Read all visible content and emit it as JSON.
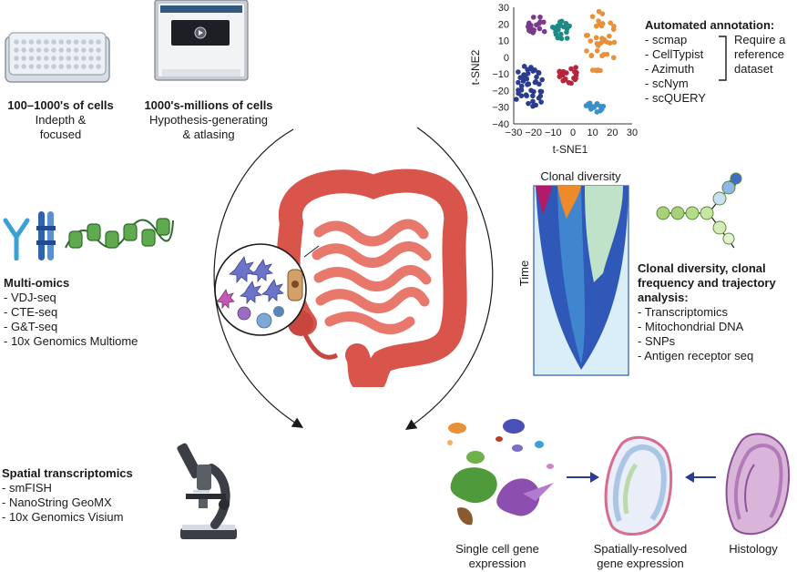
{
  "cells_small": {
    "title": "100–1000's of cells",
    "line1": "Indepth &",
    "line2": "focused"
  },
  "cells_large": {
    "title": "1000's-millions of cells",
    "line1": "Hypothesis-generating",
    "line2": "& atlasing"
  },
  "annotation": {
    "title": "Automated annotation:",
    "tools": [
      "- scmap",
      "- CellTypist",
      "- Azimuth",
      "- scNym",
      "- scQUERY"
    ],
    "bracket_note": [
      "Require a",
      "reference",
      "dataset"
    ]
  },
  "tsne": {
    "xlabel": "t-SNE1",
    "ylabel": "t-SNE2",
    "xticks": [
      "−30",
      "−20",
      "−10",
      "0",
      "10",
      "20",
      "30"
    ],
    "yticks": [
      "30",
      "20",
      "10",
      "0",
      "−10",
      "−20",
      "−30",
      "−40"
    ],
    "xlim": [
      -30,
      30
    ],
    "ylim": [
      -40,
      30
    ],
    "colors": {
      "purple": "#7a3a8c",
      "teal": "#1e8a86",
      "orange": "#e8903a",
      "red": "#b5253b",
      "navy": "#2b3c8f",
      "blue": "#3a8ec9"
    }
  },
  "clonal": {
    "chart_title": "Clonal diversity",
    "axis_label": "Time",
    "title_lines": [
      "Clonal diversity, clonal",
      "frequency and trajectory",
      "analysis:"
    ],
    "items": [
      "- Transcriptomics",
      "- Mitochondrial DNA",
      "- SNPs",
      "- Antigen receptor seq"
    ]
  },
  "multiomics": {
    "title": "Multi-omics",
    "items": [
      "- VDJ-seq",
      "- CTE-seq",
      "- G&T-seq",
      "- 10x Genomics Multiome"
    ]
  },
  "spatial": {
    "title": "Spatial transcriptomics",
    "items": [
      "- smFISH",
      "- NanoString GeoMX",
      "- 10x Genomics Visium"
    ]
  },
  "bottom_labels": {
    "single_cell": [
      "Single cell gene",
      "expression"
    ],
    "spatially_resolved": [
      "Spatially-resolved",
      "gene expression"
    ],
    "histology": "Histology"
  }
}
